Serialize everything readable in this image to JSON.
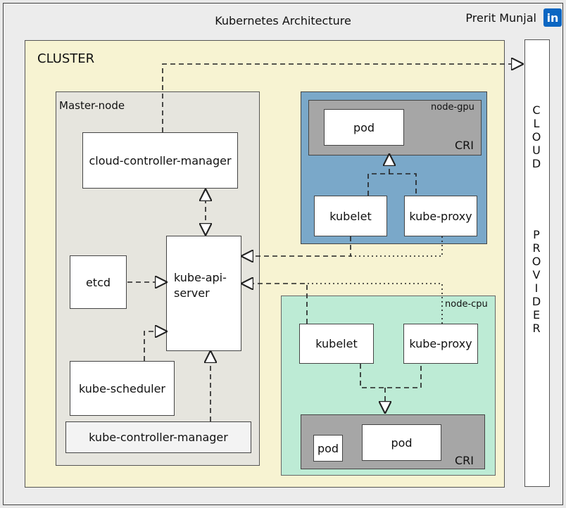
{
  "header": {
    "title": "Kubernetes Architecture",
    "author": "Prerit Munjal",
    "linkedin_glyph": "in",
    "linkedin_color": "#0a66c2"
  },
  "cluster": {
    "label": "CLUSTER",
    "bg_color": "#f7f3d2"
  },
  "cloud_provider": {
    "word1": "C\nL\nO\nU\nD",
    "word2": "P\nR\nO\nV\nI\nD\nE\nR"
  },
  "master_node": {
    "label": "Master-node",
    "components": {
      "cloud_controller_manager": "cloud-controller-manager",
      "etcd": "etcd",
      "kube_api_server": "kube-api-\nserver",
      "kube_scheduler": "kube-scheduler",
      "kube_controller_manager": "kube-controller-manager"
    }
  },
  "node_gpu": {
    "label": "node-gpu",
    "bg_color": "#7aa8c9",
    "cri_label": "CRI",
    "pod": "pod",
    "kubelet": "kubelet",
    "kube_proxy": "kube-proxy"
  },
  "node_cpu": {
    "label": "node-cpu",
    "bg_color": "#bdebd5",
    "cri_label": "CRI",
    "pod_main": "pod",
    "pod_small": "pod",
    "kubelet": "kubelet",
    "kube_proxy": "kube-proxy"
  }
}
